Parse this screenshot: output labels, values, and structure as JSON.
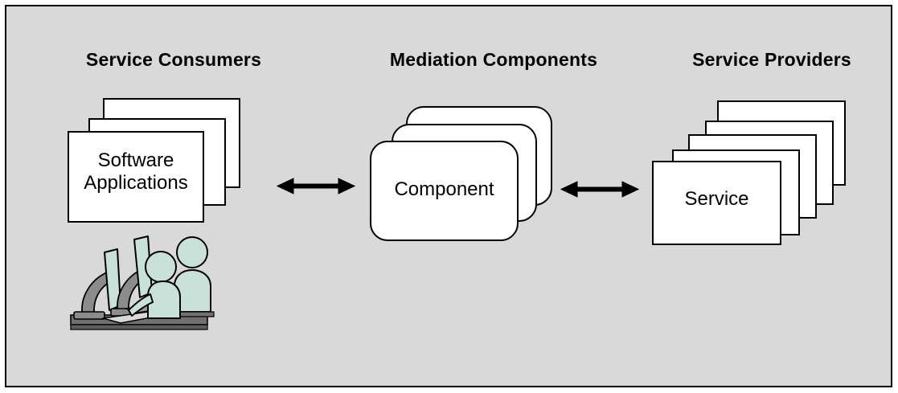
{
  "diagram": {
    "title_bar": null,
    "background_color": "#d9d9d9",
    "border_color": "#000000",
    "columns": [
      {
        "id": "service-consumers",
        "heading": "Service Consumers",
        "box_label": "Software\nApplications",
        "stack_count": 3,
        "shape": "rectangle",
        "has_people_clipart": true
      },
      {
        "id": "mediation-components",
        "heading": "Mediation Components",
        "box_label": "Component",
        "stack_count": 3,
        "shape": "rounded-rectangle",
        "has_people_clipart": false
      },
      {
        "id": "service-providers",
        "heading": "Service Providers",
        "box_label": "Service",
        "stack_count": 5,
        "shape": "rectangle",
        "has_people_clipart": false
      }
    ],
    "connectors": [
      {
        "id": "connector-left",
        "type": "double-headed-arrow",
        "from": "service-consumers",
        "to": "mediation-components"
      },
      {
        "id": "connector-right",
        "type": "double-headed-arrow",
        "from": "mediation-components",
        "to": "service-providers"
      }
    ],
    "clipart": {
      "name": "people-at-computers",
      "skin_color": "#c8e2da",
      "equipment_color": "#8c8c8c",
      "desk_color": "#707070",
      "outline_color": "#000000"
    }
  }
}
